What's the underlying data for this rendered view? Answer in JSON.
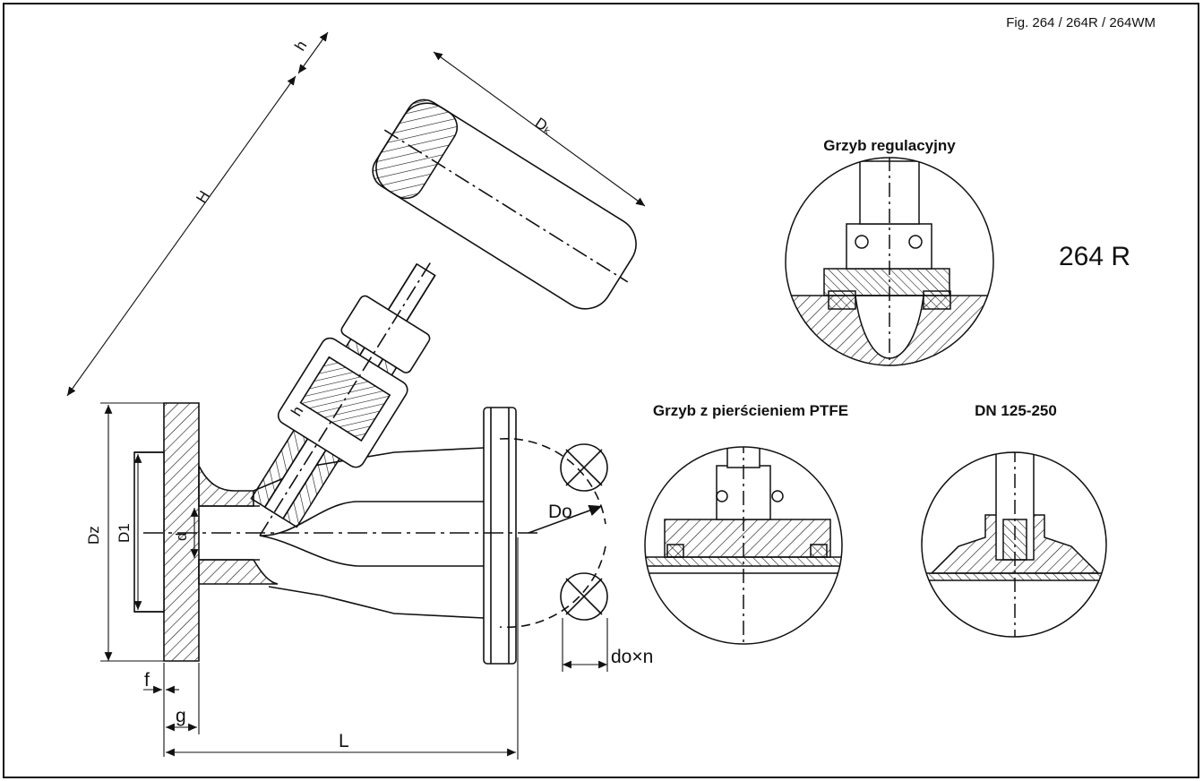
{
  "figure_label": "Fig. 264 / 264R / 264WM",
  "model_label": "264 R",
  "details": {
    "control_plug": "Grzyb regulacyjny",
    "ptfe_plug": "Grzyb z pierścieniem PTFE",
    "dn_range": "DN 125-250"
  },
  "dimensions": {
    "h": "h",
    "H": "H",
    "Dk": "Dₖ",
    "Dz": "Dz",
    "D1": "D1",
    "d": "d",
    "Do": "Do",
    "do_n": "do×n",
    "f": "f",
    "g": "g",
    "L": "L",
    "h_lift": "h"
  },
  "colors": {
    "line": "#111111",
    "background": "#ffffff"
  }
}
